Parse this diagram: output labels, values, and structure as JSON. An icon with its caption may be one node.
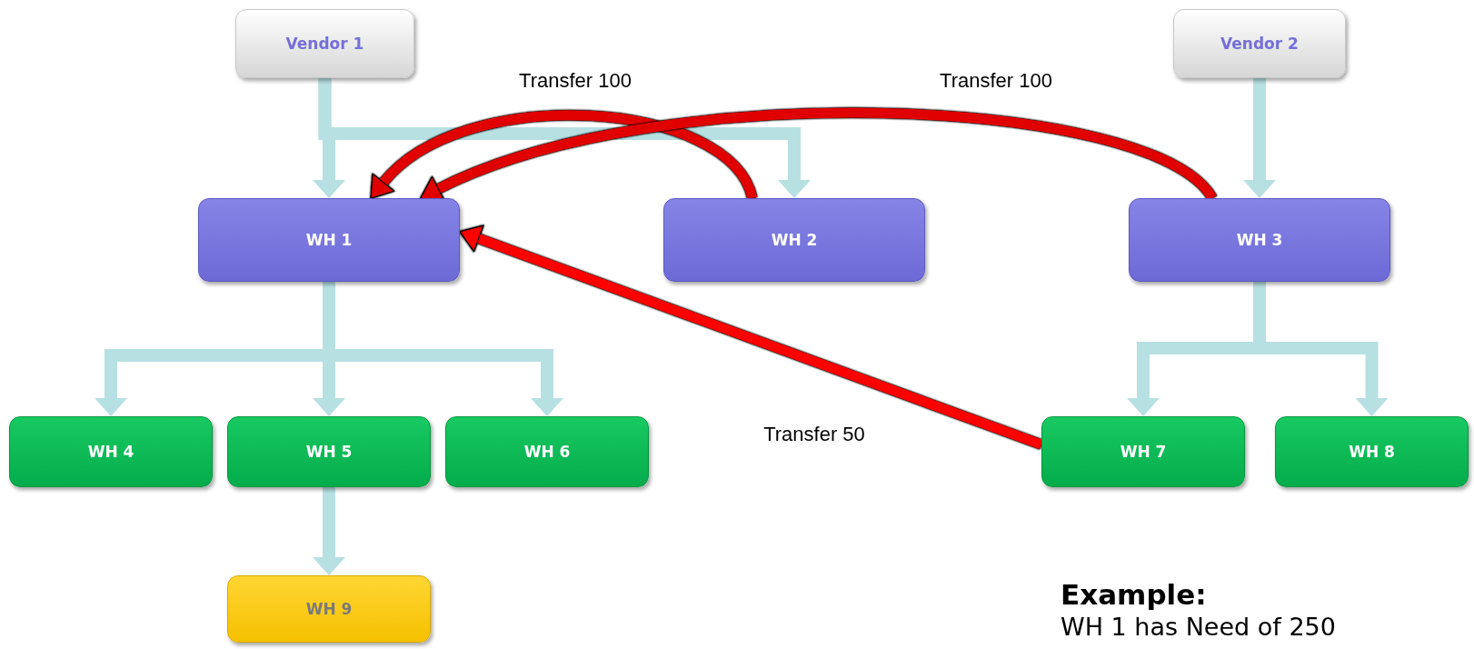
{
  "diagram": {
    "nodes": [
      {
        "text": [
          "Vendor 1"
        ]
      },
      {
        "text": [
          "Vendor 2"
        ]
      },
      {
        "text": [
          "WH 1"
        ]
      },
      {
        "text": [
          "WH 2"
        ]
      },
      {
        "text": [
          "WH 3"
        ]
      },
      {
        "text": [
          "WH 4"
        ]
      },
      {
        "text": [
          "WH 5"
        ]
      },
      {
        "text": [
          "WH 6"
        ]
      },
      {
        "text": [
          "WH 7"
        ]
      },
      {
        "text": [
          "WH 8"
        ]
      },
      {
        "text": [
          "WH 9"
        ]
      }
    ],
    "edges": [
      {
        "from": 0,
        "to": 2,
        "arrow": "to"
      },
      {
        "from": 0,
        "to": 3,
        "arrow": "to"
      },
      {
        "from": 1,
        "to": 4,
        "arrow": "to"
      },
      {
        "from": 2,
        "to": 5,
        "arrow": "to"
      },
      {
        "from": 2,
        "to": 6,
        "arrow": "to"
      },
      {
        "from": 2,
        "to": 7,
        "arrow": "to"
      },
      {
        "from": 4,
        "to": 8,
        "arrow": "to"
      },
      {
        "from": 4,
        "to": 9,
        "arrow": "to"
      },
      {
        "from": 6,
        "to": 10,
        "arrow": "to"
      },
      {
        "from": 3,
        "to": 2,
        "arrow": "to",
        "label": "Transfer 100",
        "color": "#e00000"
      },
      {
        "from": 4,
        "to": 2,
        "arrow": "to",
        "label": "Transfer 100",
        "color": "#e00000"
      },
      {
        "from": 8,
        "to": 2,
        "arrow": "to",
        "label": "Transfer 50",
        "color": "#ff0000"
      }
    ],
    "labels": [
      "Example:",
      "WH 1 has Need of 250"
    ]
  }
}
